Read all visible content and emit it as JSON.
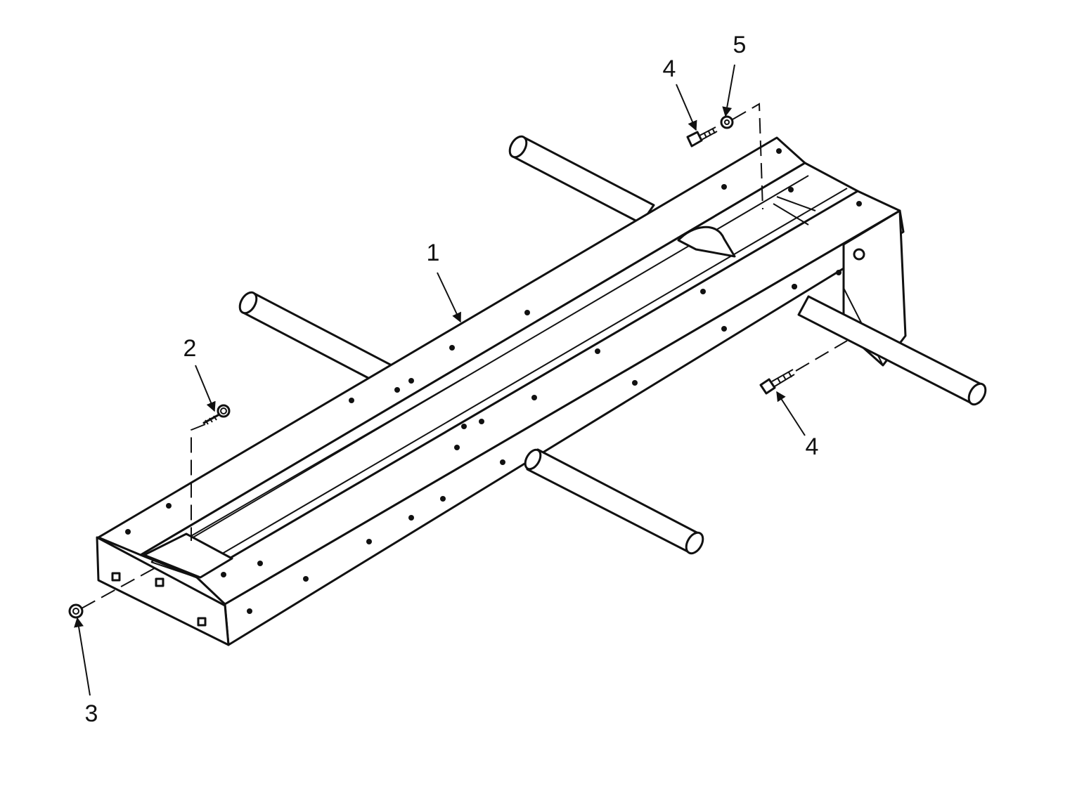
{
  "diagram": {
    "colors": {
      "ink": "#111111",
      "paper": "#ffffff"
    },
    "callouts": [
      {
        "id": "c1",
        "label": "1"
      },
      {
        "id": "c2",
        "label": "2"
      },
      {
        "id": "c3",
        "label": "3"
      },
      {
        "id": "c4a",
        "label": "4"
      },
      {
        "id": "c5",
        "label": "5"
      },
      {
        "id": "c4b",
        "label": "4"
      }
    ]
  }
}
